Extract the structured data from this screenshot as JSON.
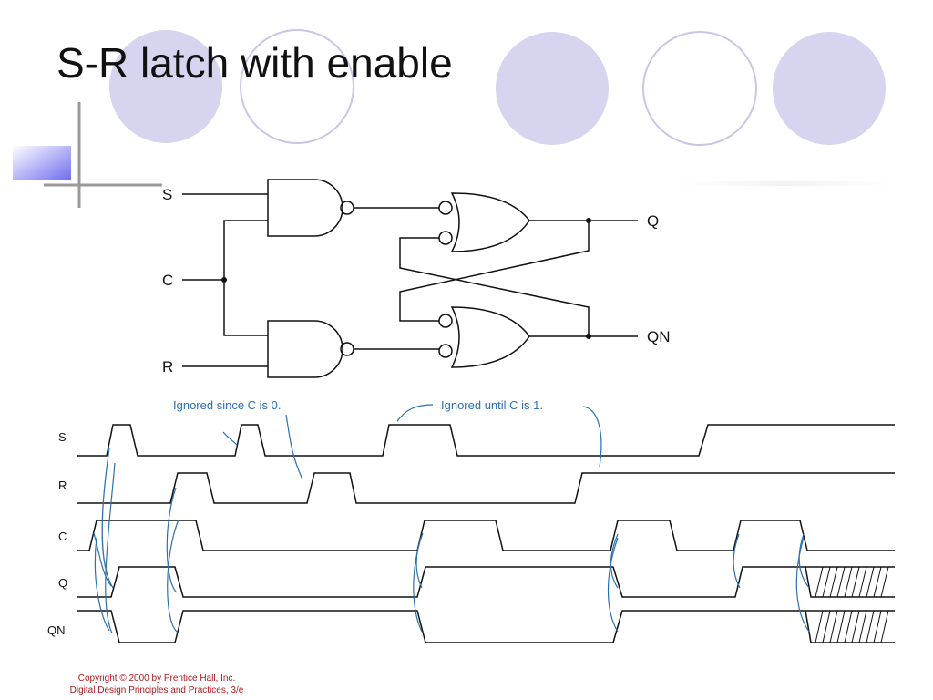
{
  "slide": {
    "title": "S-R latch with enable",
    "copyright_line1": "Copyright © 2000 by Prentice Hall, Inc.",
    "copyright_line2": "Digital Design Principles and Practices, 3/e"
  },
  "colors": {
    "deco_circle_fill": "#d6d4ee",
    "deco_circle_stroke": "#c8c6e6",
    "deco_square": "#6f6cf0",
    "annotation_blue": "#2c6fb2",
    "copyright_red": "#b0181c"
  },
  "circuit": {
    "inputs": [
      "S",
      "C",
      "R"
    ],
    "outputs": [
      "Q",
      "QN"
    ]
  },
  "timing": {
    "annotations": {
      "ignored_c0": "Ignored since C is 0.",
      "ignored_until_c1": "Ignored until C is 1."
    },
    "signals": [
      "S",
      "R",
      "C",
      "Q",
      "QN"
    ]
  }
}
